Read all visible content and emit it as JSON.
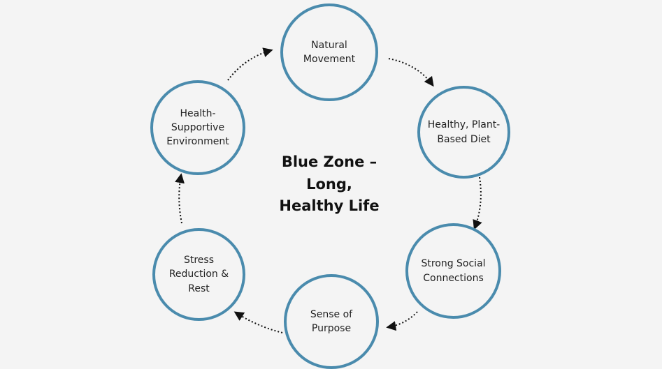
{
  "diagram": {
    "title_lines": [
      "Blue Zone –",
      "Long,",
      "Healthy Life"
    ],
    "colors": {
      "circle_border": "#4a8bad",
      "arrow": "#111111",
      "background": "#f4f4f4"
    },
    "nodes": [
      {
        "id": "natural-movement",
        "lines": [
          "Natural",
          "Movement"
        ]
      },
      {
        "id": "plant-based-diet",
        "lines": [
          "Healthy, Plant-",
          "Based Diet"
        ]
      },
      {
        "id": "social-connections",
        "lines": [
          "Strong Social",
          "Connections"
        ]
      },
      {
        "id": "sense-of-purpose",
        "lines": [
          "Sense of",
          "Purpose"
        ]
      },
      {
        "id": "stress-reduction",
        "lines": [
          "Stress",
          "Reduction &",
          "Rest"
        ]
      },
      {
        "id": "supportive-environment",
        "lines": [
          "Health-",
          "Supportive",
          "Environment"
        ]
      }
    ]
  }
}
